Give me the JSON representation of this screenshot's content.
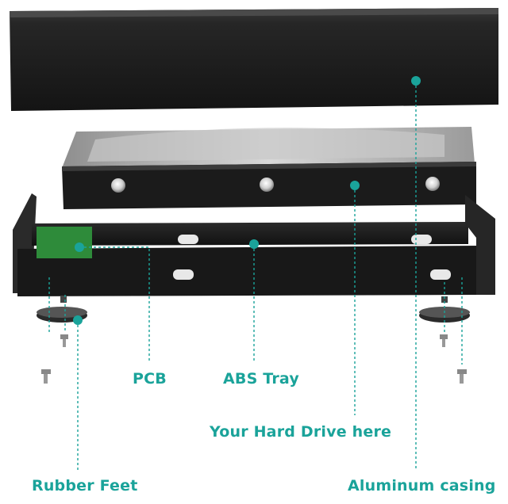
{
  "labels": {
    "pcb": "PCB",
    "abs_tray": "ABS Tray",
    "hard_drive": "Your Hard Drive here",
    "rubber_feet": "Rubber Feet",
    "aluminum_casing": "Aluminum casing"
  },
  "colors": {
    "accent": "#1aa39a",
    "casing": "#1e1e1e",
    "tray": "#1c1c1c",
    "pcb": "#2e8b3a",
    "drive_metal": "#b9b9b9"
  }
}
